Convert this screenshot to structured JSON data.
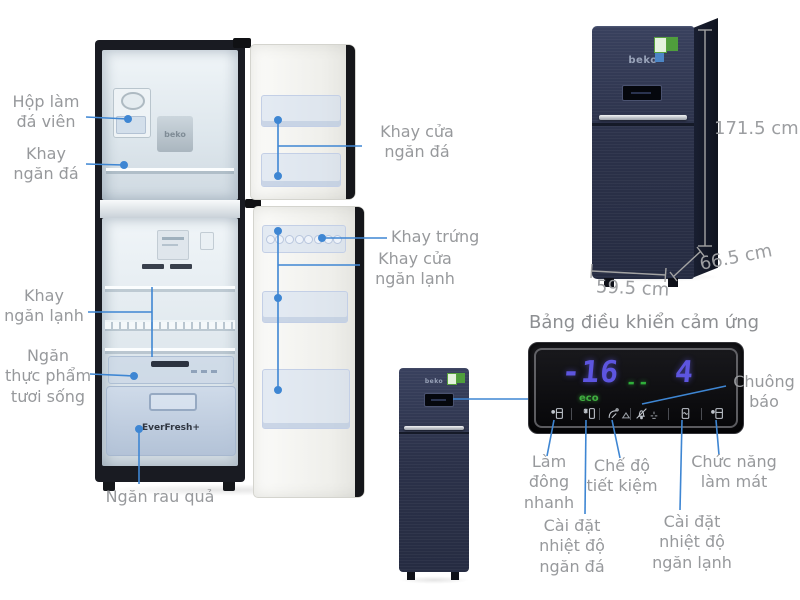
{
  "product_diagram": {
    "brand": "beko",
    "interior_badge": "EverFresh+",
    "part_labels": {
      "ice_cube_box": "Hộp làm\nđá viên",
      "freezer_shelf": "Khay\nngăn đá",
      "freezer_door_bins": "Khay cửa\nngăn đá",
      "egg_tray": "Khay trứng",
      "fridge_door_bins": "Khay cửa\nngăn lạnh",
      "fridge_shelf": "Khay\nngăn lạnh",
      "fresh_food_tray": "Ngăn\nthực phẩm\ntươi sống",
      "vegetable_drawer": "Ngăn rau quả"
    },
    "dimensions": {
      "height": "171.5 cm",
      "width": "59.5 cm",
      "depth": "66.5 cm"
    },
    "control_panel": {
      "title": "Bảng điều khiển cảm ứng",
      "display": {
        "freezer_temp": "-16",
        "divider": "--",
        "fridge_temp": "4",
        "eco_indicator": "eco"
      },
      "icons": [
        "quick-freeze-icon",
        "freezer-temp-icon",
        "eco-mode-icon",
        "defrost-icon",
        "alarm-icon",
        "lock-icon",
        "fridge-temp-icon",
        "cooling-function-icon"
      ],
      "feature_labels": {
        "alarm": "Chuông\nbáo",
        "quick_freeze": "Làm\nđông\nnhanh",
        "freezer_temp_setting": "Cài đặt\nnhiệt độ\nngăn đá",
        "eco_mode": "Chế độ\ntiết kiệm",
        "fridge_temp_setting": "Cài đặt\nnhiệt độ\nngăn lạnh",
        "cooling_function": "Chức năng\nlàm mát"
      }
    },
    "colors": {
      "label_text": "#97999c",
      "connector_blue": "#3e86d3",
      "dimension_gray": "#a3a3a3",
      "fridge_navy": "#2b3149",
      "display_digit_blue": "#5d55e0",
      "display_green": "#2fae3a"
    }
  }
}
